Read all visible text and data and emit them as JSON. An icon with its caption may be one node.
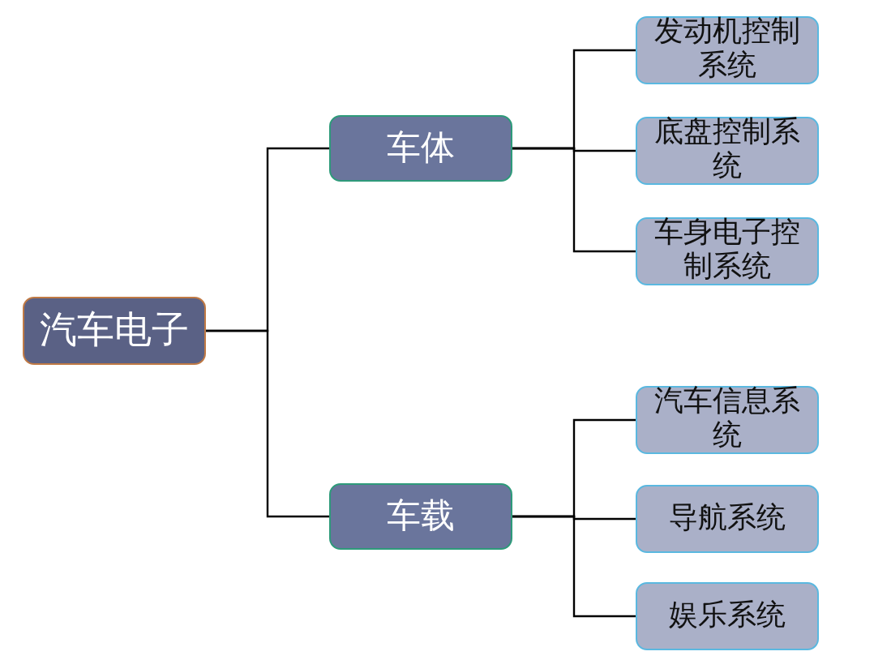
{
  "diagram": {
    "nodes": [
      {
        "text": [
          "汽车电子"
        ]
      },
      {
        "text": [
          "车体"
        ]
      },
      {
        "text": [
          "发动机控制系统"
        ]
      },
      {
        "text": [
          "底盘控制系统"
        ]
      },
      {
        "text": [
          "车身电子控制系统"
        ]
      },
      {
        "text": [
          "车载"
        ]
      },
      {
        "text": [
          "汽车信息系统"
        ]
      },
      {
        "text": [
          "导航系统"
        ]
      },
      {
        "text": [
          "娱乐系统"
        ]
      }
    ],
    "edges": [
      {
        "from": 0,
        "to": 1,
        "arrow": "none"
      },
      {
        "from": 0,
        "to": 5,
        "arrow": "none"
      },
      {
        "from": 1,
        "to": 2,
        "arrow": "none"
      },
      {
        "from": 1,
        "to": 3,
        "arrow": "none"
      },
      {
        "from": 1,
        "to": 4,
        "arrow": "none"
      },
      {
        "from": 5,
        "to": 6,
        "arrow": "none"
      },
      {
        "from": 5,
        "to": 7,
        "arrow": "none"
      },
      {
        "from": 5,
        "to": 8,
        "arrow": "none"
      }
    ]
  }
}
